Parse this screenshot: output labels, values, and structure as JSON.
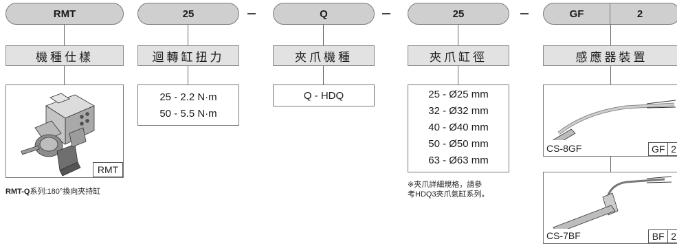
{
  "codes": {
    "series": "RMT",
    "size": "25",
    "jaw": "Q",
    "bore": "25",
    "sensor": "GF",
    "sensor_qty": "2",
    "sep": "—"
  },
  "labels": {
    "model_spec": "機種仕樣",
    "rotary_torque": "迴轉缸扭力",
    "jaw_model": "夾爪機種",
    "jaw_bore": "夾爪缸徑",
    "sensor_device": "感應器裝置"
  },
  "series_box": {
    "tag": "RMT",
    "caption_bold": "RMT-Q",
    "caption_rest": "系列:180°換向夾持缸"
  },
  "torque_options": [
    "25 - 2.2 N·m",
    "50 - 5.5 N·m"
  ],
  "jaw_options": [
    "Q - HDQ"
  ],
  "bore_options": [
    "25 - Ø25 mm",
    "32 - Ø32 mm",
    "40 - Ø40 mm",
    "50 - Ø50 mm",
    "63 - Ø63 mm"
  ],
  "bore_note": [
    "※夾爪詳細規格，請參",
    "考HDQ3夾爪氣缸系列。"
  ],
  "sensors": [
    {
      "model": "CS-8GF",
      "code": "GF",
      "qty": "2"
    },
    {
      "model": "CS-7BF",
      "code": "BF",
      "qty": "2"
    }
  ],
  "colors": {
    "pill_bg": "#cfcfcf",
    "label_bg": "#e2e2e2",
    "border": "#7a7a7a"
  }
}
